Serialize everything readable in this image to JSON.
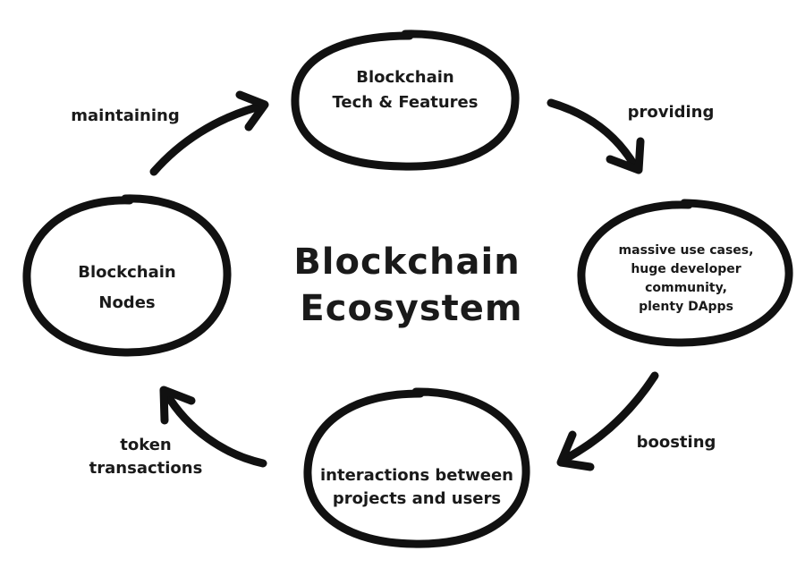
{
  "title": {
    "line1": "Blockchain",
    "line2": "Ecosystem"
  },
  "nodes": {
    "tech": {
      "line1": "Blockchain",
      "line2": "Tech & Features"
    },
    "use_cases": {
      "line1": "massive use cases,",
      "line2": "huge developer",
      "line3": "community,",
      "line4": "plenty DApps"
    },
    "interactions": {
      "line1": "interactions between",
      "line2": "projects and users"
    },
    "nodes": {
      "line1": "Blockchain",
      "line2": "Nodes"
    }
  },
  "edges": {
    "providing": "providing",
    "boosting": "boosting",
    "token_line1": "token",
    "token_line2": "transactions",
    "maintaining": "maintaining"
  }
}
